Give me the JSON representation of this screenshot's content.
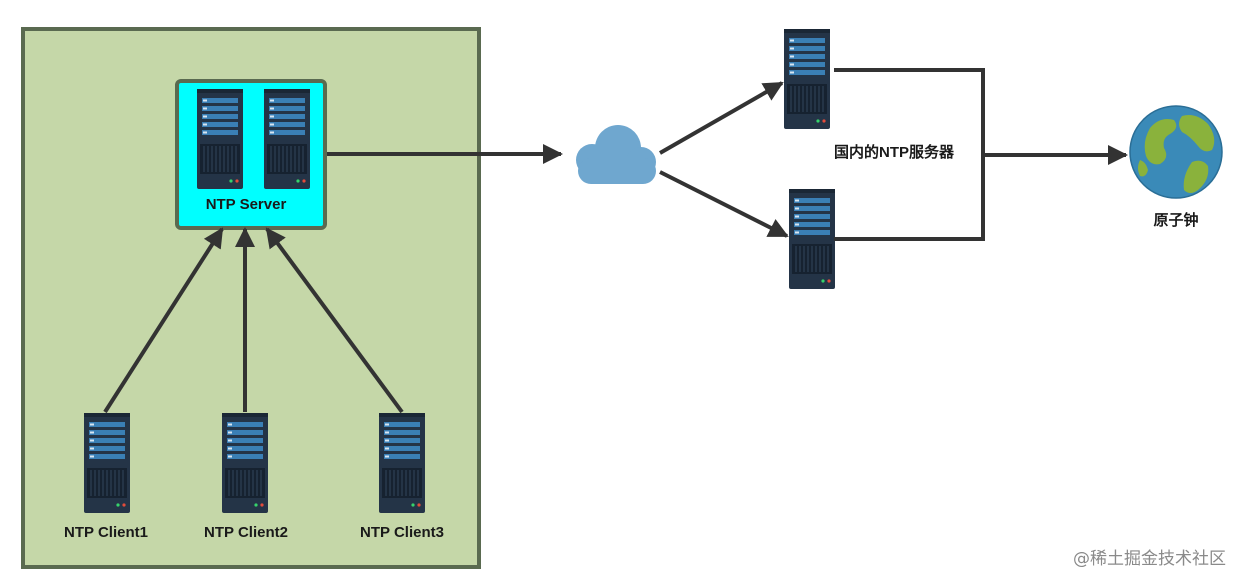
{
  "nodes": {
    "ntp_server": {
      "label": "NTP Server"
    },
    "client1": {
      "label": "NTP Client1"
    },
    "client2": {
      "label": "NTP Client2"
    },
    "client3": {
      "label": "NTP Client3"
    },
    "domestic_servers": {
      "label": "国内的NTP服务器"
    },
    "atomic_clock": {
      "label": "原子钟"
    }
  },
  "watermark": "@稀土掘金技术社区",
  "colors": {
    "lan_zone_fill": "#c5d7a8",
    "lan_zone_border": "#5a6a50",
    "server_highlight": "#00ffff",
    "server_body": "#243447",
    "server_slot": "#3a7fb5",
    "cloud": "#6fa7cf",
    "arrow": "#333333"
  },
  "icons": {
    "server": "server-rack-icon",
    "cloud": "cloud-icon",
    "globe": "globe-icon"
  }
}
